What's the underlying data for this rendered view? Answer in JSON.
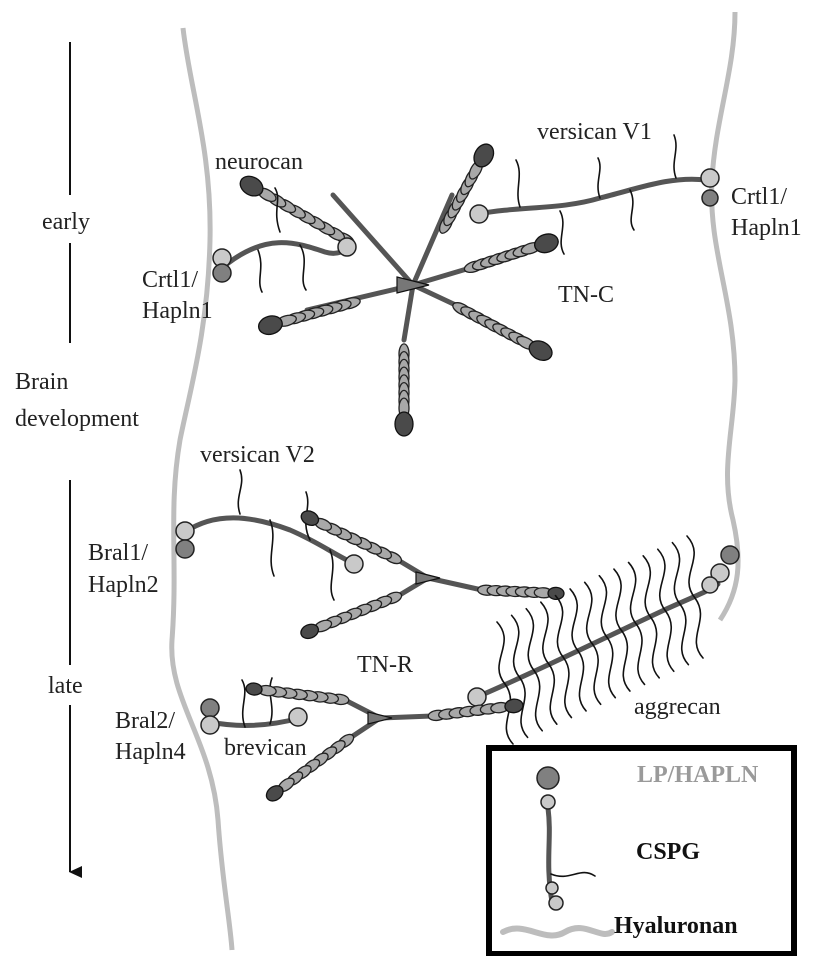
{
  "timeline": {
    "early": "early",
    "brain": "Brain",
    "development": "development",
    "late": "late"
  },
  "labels": {
    "neurocan": "neurocan",
    "versican_v1": "versican V1",
    "crtl1_left_1": "Crtl1/",
    "crtl1_left_2": "Hapln1",
    "crtl1_right_1": "Crtl1/",
    "crtl1_right_2": "Hapln1",
    "tn_c": "TN-C",
    "versican_v2": "versican V2",
    "bral1_1": "Bral1/",
    "bral1_2": "Hapln2",
    "tn_r": "TN-R",
    "bral2_1": "Bral2/",
    "bral2_2": "Hapln4",
    "brevican": "brevican",
    "aggrecan": "aggrecan"
  },
  "legend": {
    "lp_hapln": "LP/HAPLN",
    "cspg": "CSPG",
    "hyaluronan": "Hyaluronan"
  },
  "colors": {
    "hyaluronan": "#bdbdbd",
    "core_protein": "#555555",
    "link_protein": "#808080",
    "g_domain": "#c9c9c9",
    "fn_repeat": "#a8a8a8",
    "fibrinogen": "#4a4a4a",
    "legend_lp_text": "#9a9a9a"
  }
}
